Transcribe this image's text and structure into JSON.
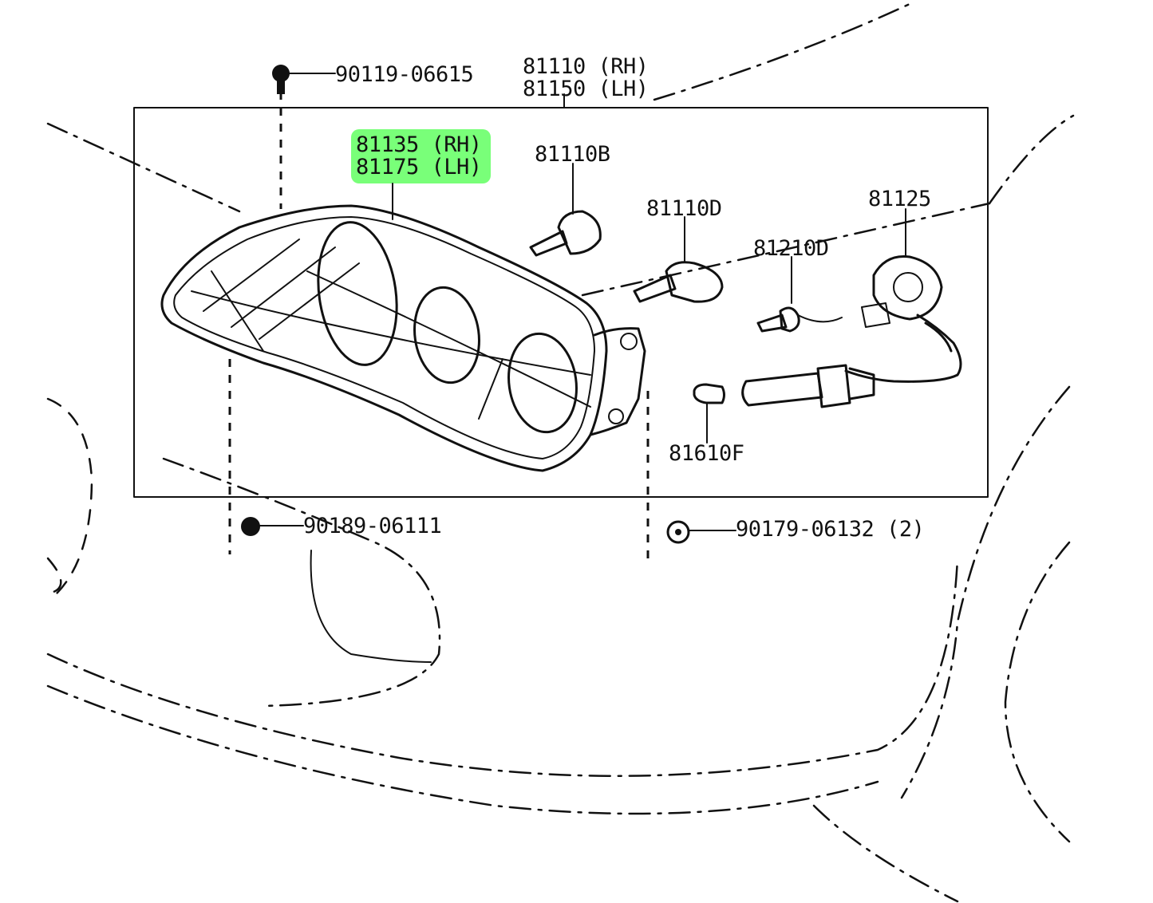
{
  "parts": {
    "screw_top": "90119-06615",
    "assembly_rh": "81110 (RH)",
    "assembly_lh": "81150 (LH)",
    "lens_rh": "81135 (RH)",
    "lens_lh": "81175 (LH)",
    "bulb_81110b": "81110B",
    "bulb_81110d": "81110D",
    "socket_81125": "81125",
    "bulb_81210d": "81210D",
    "bulb_81610f": "81610F",
    "nut_left": "90189-06111",
    "screw_right": "90179-06132 (2)"
  },
  "highlight": {
    "part": "81135 / 81175",
    "color": "#4cff4c"
  }
}
